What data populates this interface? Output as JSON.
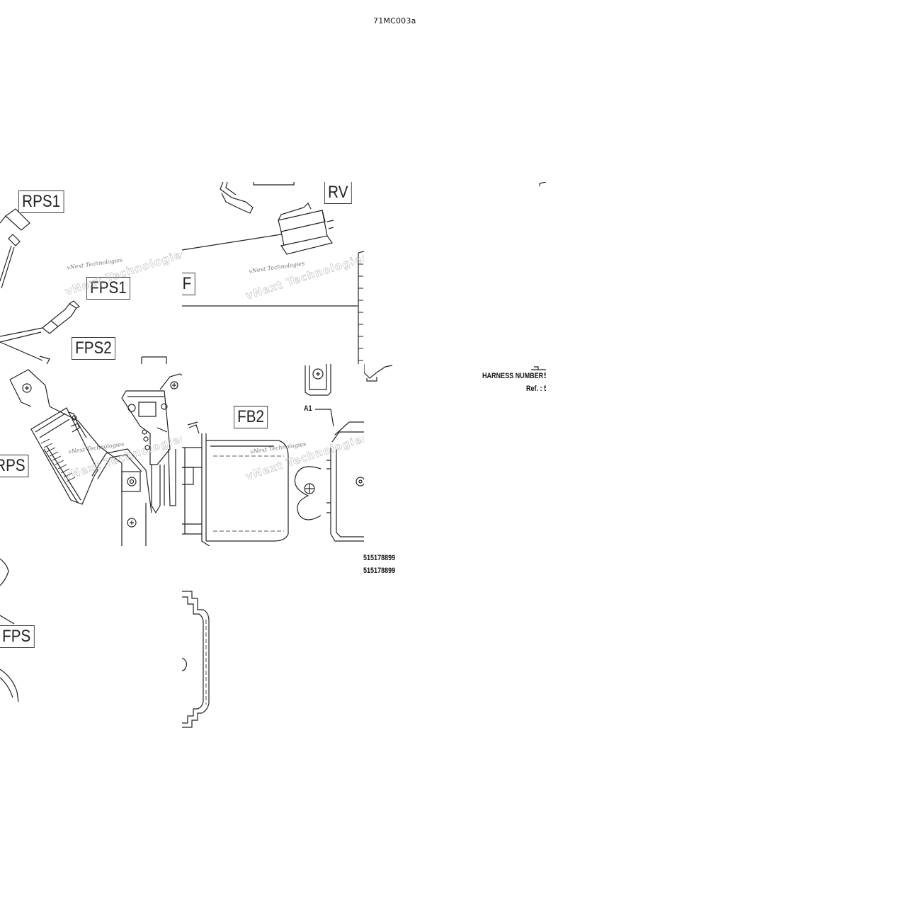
{
  "diagram": {
    "reference_code": "71MC003a",
    "callouts": {
      "rps1": "RPS1",
      "fps1": "FPS1",
      "fps2": "FPS2",
      "rv": "RV",
      "fb2": "FB2",
      "rps": "RPS",
      "fps": "FPS",
      "partial_rv_box": "F",
      "partial_rv2_box": "RV"
    },
    "labels": {
      "a1": "A1",
      "harness_number": "HARNESS NUMBER :",
      "harness_value_partial": "5",
      "ref": "Ref. :",
      "ref_value_partial": "5",
      "part_number_1": "515178899",
      "part_number_2": "515178899"
    },
    "watermark": "vNext Technologies",
    "colors": {
      "line": "#222222",
      "watermark": "#777777",
      "background": "#ffffff"
    }
  }
}
